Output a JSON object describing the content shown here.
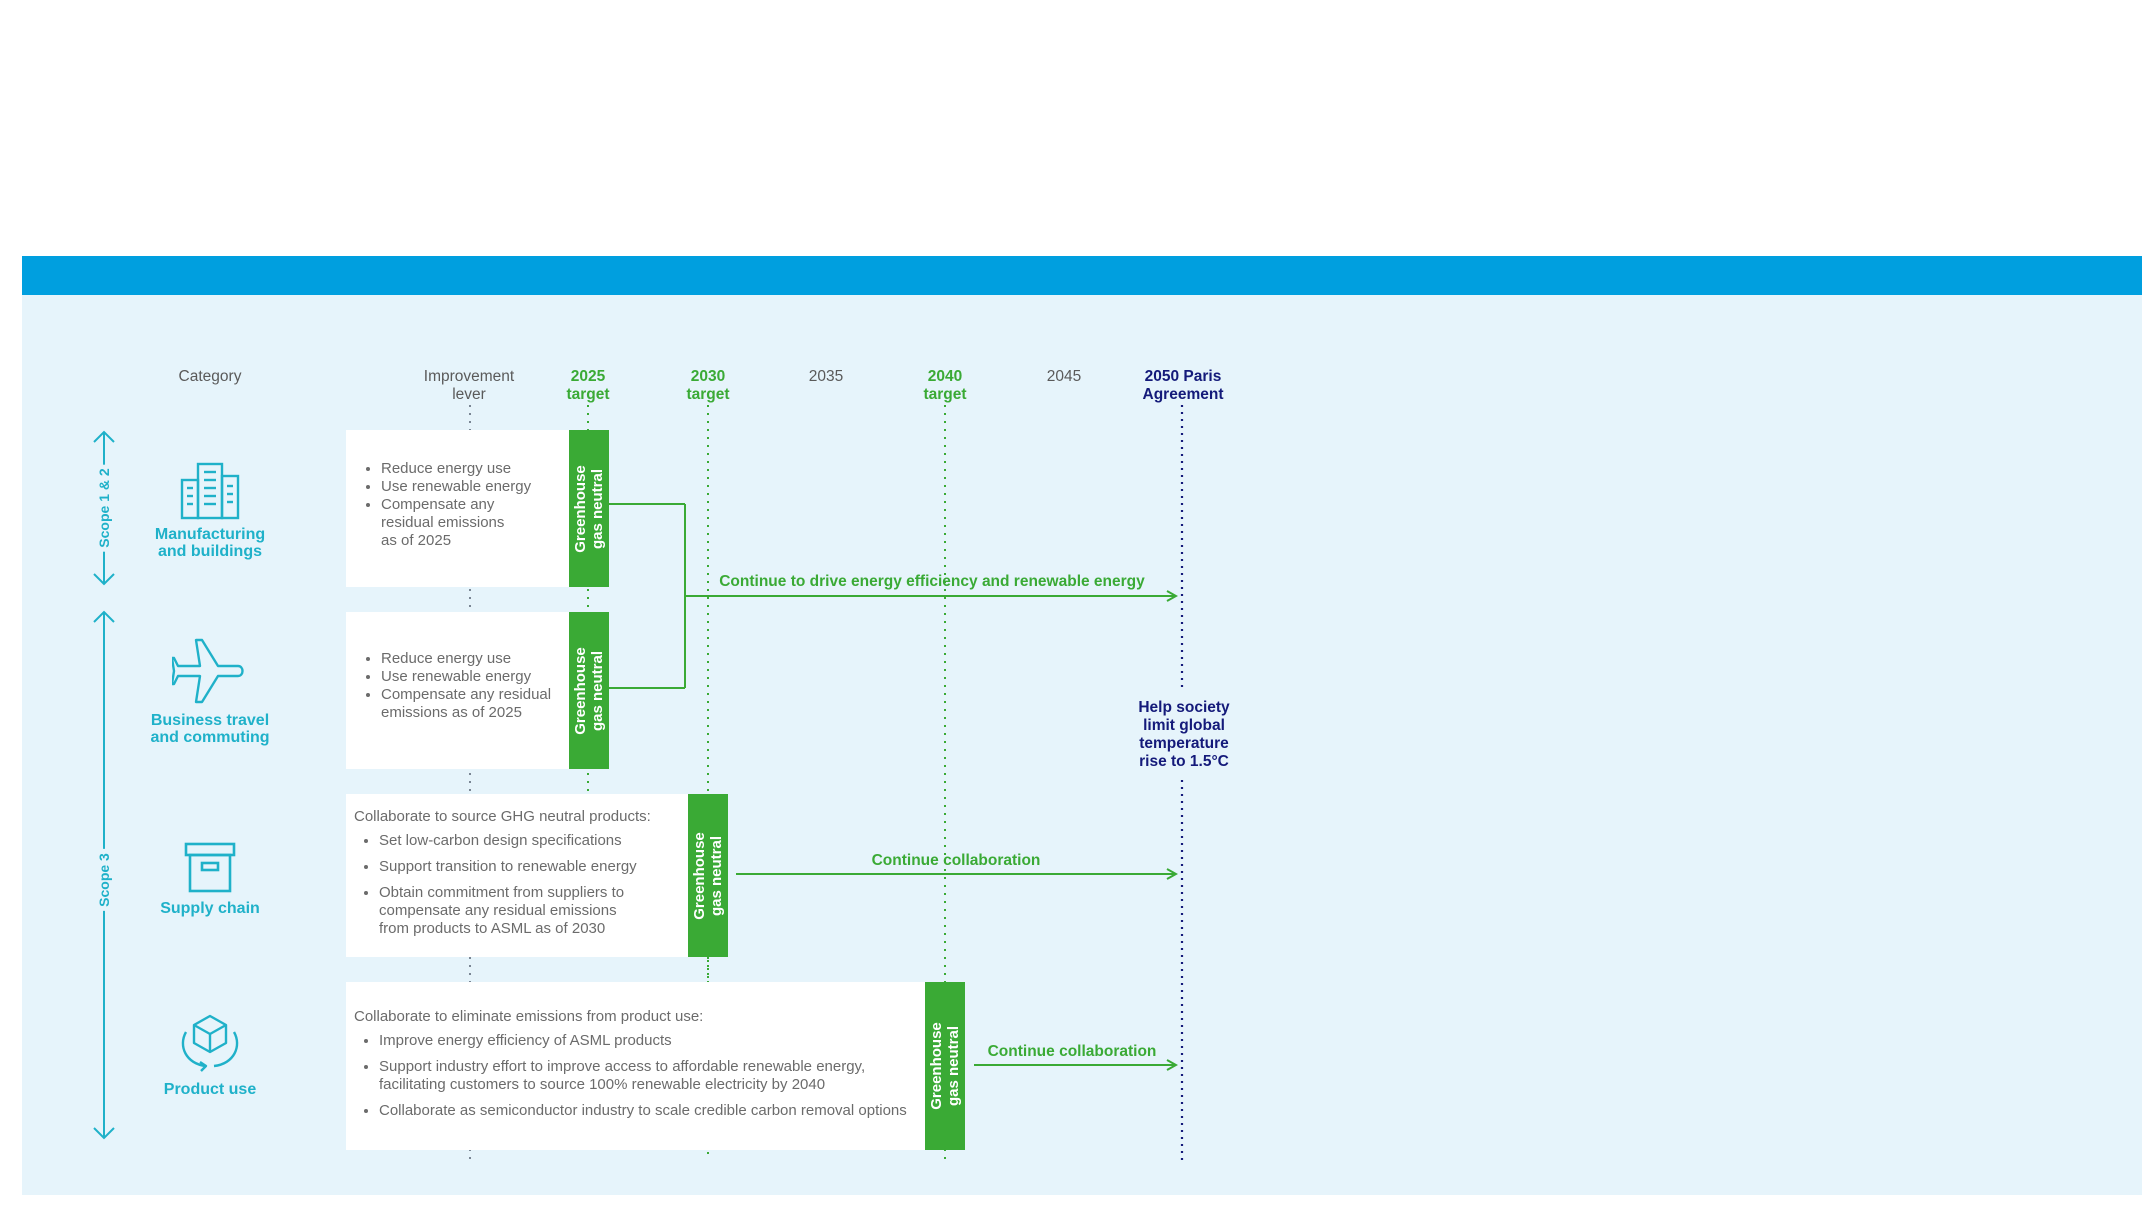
{
  "header": {
    "category": "Category",
    "improvement_lever": "Improvement\nlever",
    "y2025": "2025\ntarget",
    "y2030": "2030\ntarget",
    "y2035": "2035",
    "y2040": "2040\ntarget",
    "y2045": "2045",
    "y2050": "2050 Paris\nAgreement"
  },
  "scopes": {
    "scope12": "Scope 1 & 2",
    "scope3": "Scope 3"
  },
  "categories": {
    "manufacturing": "Manufacturing\nand buildings",
    "travel": "Business travel\nand commuting",
    "supply": "Supply chain",
    "product": "Product use"
  },
  "cards": {
    "manufacturing": {
      "items": [
        "Reduce energy use",
        "Use renewable energy",
        "Compensate any residual emissions as of 2025"
      ]
    },
    "travel": {
      "items": [
        "Reduce energy use",
        "Use renewable energy",
        "Compensate any residual emissions as of 2025"
      ]
    },
    "supply": {
      "intro": "Collaborate to source GHG neutral products:",
      "items": [
        "Set low-carbon design specifications",
        "Support transition to renewable energy",
        "Obtain commitment from suppliers to compensate any residual emissions from products to ASML as of 2030"
      ]
    },
    "product": {
      "intro": "Collaborate to eliminate emissions from product use:",
      "items": [
        "Improve energy efficiency of ASML products",
        "Support industry effort to improve access to affordable renewable energy, facilitating customers to source 100% renewable electricity by 2040",
        "Collaborate as semiconductor industry to scale credible carbon removal options"
      ]
    }
  },
  "bar_label": "Greenhouse\ngas neutral",
  "arrows": {
    "energy": "Continue to drive energy efficiency and renewable energy",
    "supply": "Continue collaboration",
    "product": "Continue collaboration"
  },
  "note_2050": "Help society\nlimit global\ntemperature\nrise to 1.5°C",
  "colors": {
    "band": "#009fdf",
    "panel": "#e6f4fb",
    "green": "#3aaa35",
    "teal": "#1fb1c9",
    "navy": "#141a7a"
  }
}
